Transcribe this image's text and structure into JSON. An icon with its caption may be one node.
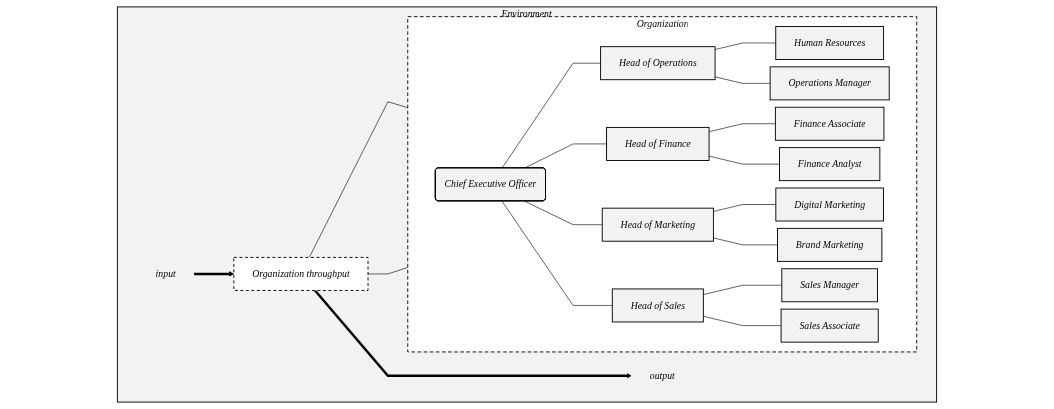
{
  "diagram": {
    "nodes": [
      {
        "text": [
          "Environment"
        ]
      },
      {
        "text": [
          "input"
        ],
        "in": 0
      },
      {
        "text": [
          "Organization throughput"
        ],
        "in": 0
      },
      {
        "text": [
          "output"
        ],
        "in": 0
      },
      {
        "text": [
          "Organization"
        ],
        "in": 0
      },
      {
        "text": [
          "Chief Executive Officer"
        ],
        "in": 4
      },
      {
        "text": [
          "Head of Operations"
        ],
        "in": 4
      },
      {
        "text": [
          "Human Resources"
        ],
        "in": 4
      },
      {
        "text": [
          "Operations Manager"
        ],
        "in": 4
      },
      {
        "text": [
          "Head of Finance"
        ],
        "in": 4
      },
      {
        "text": [
          "Finance Associate"
        ],
        "in": 4
      },
      {
        "text": [
          "Finance Analyst"
        ],
        "in": 4
      },
      {
        "text": [
          "Head of Marketing"
        ],
        "in": 4
      },
      {
        "text": [
          "Digital Marketing"
        ],
        "in": 4
      },
      {
        "text": [
          "Brand Marketing"
        ],
        "in": 4
      },
      {
        "text": [
          "Head of Sales"
        ],
        "in": 4
      },
      {
        "text": [
          "Sales Manager"
        ],
        "in": 4
      },
      {
        "text": [
          "Sales Associate"
        ],
        "in": 4
      }
    ],
    "edges": [
      {
        "from": 1,
        "to": 2,
        "arrow": "to",
        "style": "thick"
      },
      {
        "from": 2,
        "to": 3,
        "arrow": "to",
        "style": "thick"
      },
      {
        "from": 2,
        "to": 4,
        "arrow": "none"
      },
      {
        "from": 2,
        "to": 4,
        "arrow": "none"
      },
      {
        "from": 5,
        "to": 6,
        "arrow": "none"
      },
      {
        "from": 5,
        "to": 9,
        "arrow": "none"
      },
      {
        "from": 5,
        "to": 12,
        "arrow": "none"
      },
      {
        "from": 5,
        "to": 15,
        "arrow": "none"
      },
      {
        "from": 6,
        "to": 7,
        "arrow": "none"
      },
      {
        "from": 6,
        "to": 8,
        "arrow": "none"
      },
      {
        "from": 9,
        "to": 10,
        "arrow": "none"
      },
      {
        "from": 9,
        "to": 11,
        "arrow": "none"
      },
      {
        "from": 12,
        "to": 13,
        "arrow": "none"
      },
      {
        "from": 12,
        "to": 14,
        "arrow": "none"
      },
      {
        "from": 15,
        "to": 16,
        "arrow": "none"
      },
      {
        "from": 15,
        "to": 17,
        "arrow": "none"
      }
    ]
  }
}
